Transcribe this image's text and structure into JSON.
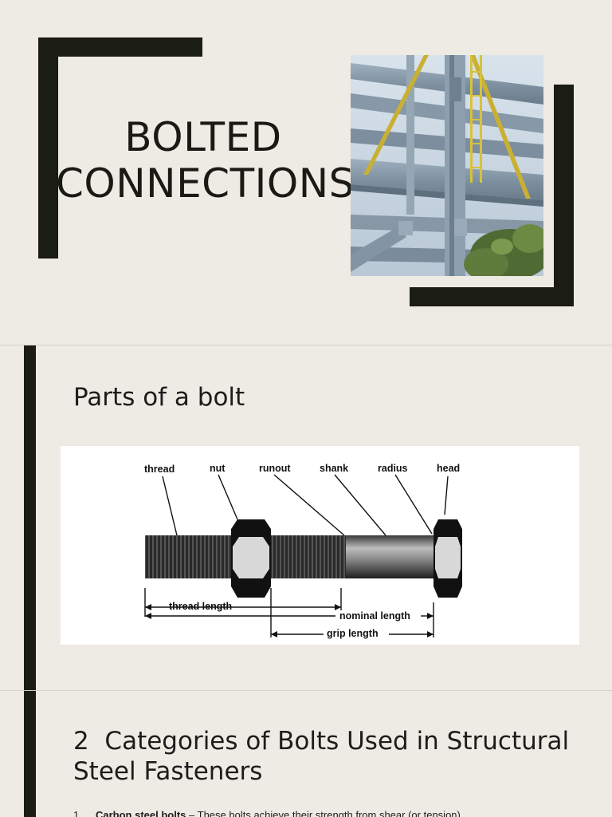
{
  "slide1": {
    "title_line1": "BOLTED",
    "title_line2": "CONNECTIONS"
  },
  "slide2": {
    "heading": "Parts of a bolt",
    "diagram": {
      "labels": {
        "thread": "thread",
        "nut": "nut",
        "runout": "runout",
        "shank": "shank",
        "radius": "radius",
        "head": "head"
      },
      "dimensions": {
        "thread_length": "thread length",
        "nominal_length": "nominal length",
        "grip_length": "grip length"
      }
    }
  },
  "slide3": {
    "heading_line1": "2  Categories of Bolts Used in Structural",
    "heading_line2": "Steel Fasteners",
    "item1_number": "1",
    "item1_title": "Carbon steel bolts",
    "item1_text": " – These bolts achieve their strength from shear (or tension)"
  },
  "colors": {
    "background": "#edebe3",
    "accent_dark": "#1b1c14"
  }
}
